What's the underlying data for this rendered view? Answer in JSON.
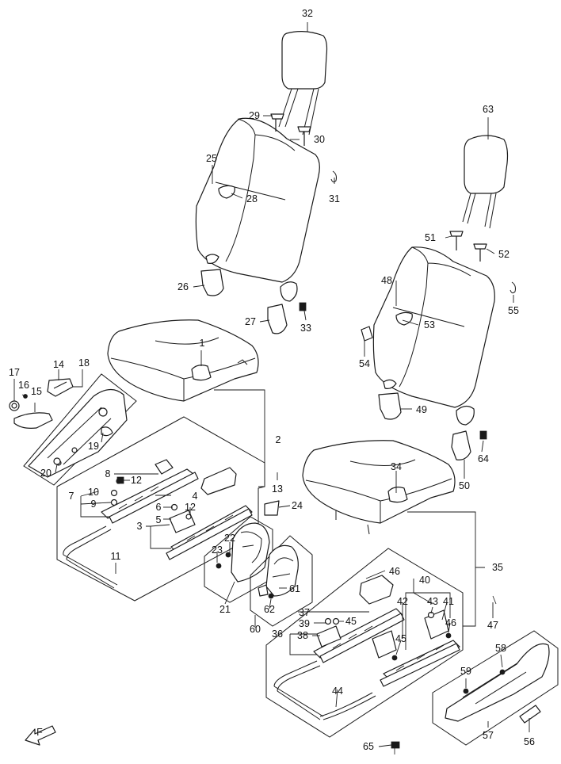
{
  "callouts": [
    "1",
    "2",
    "3",
    "4",
    "5",
    "6",
    "7",
    "8",
    "9",
    "10",
    "11",
    "12",
    "12",
    "13",
    "14",
    "15",
    "16",
    "17",
    "18",
    "19",
    "20",
    "21",
    "22",
    "23",
    "24",
    "25",
    "26",
    "27",
    "28",
    "29",
    "30",
    "31",
    "32",
    "33",
    "34",
    "35",
    "36",
    "37",
    "38",
    "39",
    "40",
    "41",
    "42",
    "43",
    "44",
    "45",
    "45",
    "46",
    "46",
    "47",
    "48",
    "49",
    "50",
    "51",
    "52",
    "53",
    "54",
    "55",
    "56",
    "57",
    "58",
    "59",
    "60",
    "61",
    "62",
    "63",
    "64",
    "65"
  ],
  "direction_badge": "F",
  "colors": {
    "line": "#1a1a1a",
    "background": "#ffffff"
  }
}
